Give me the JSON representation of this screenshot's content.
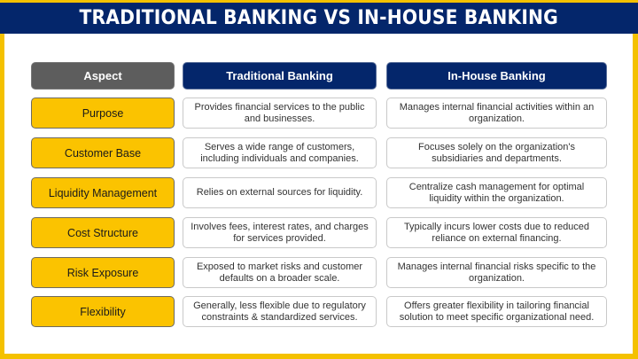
{
  "title": "TRADITIONAL BANKING VS IN-HOUSE BANKING",
  "colors": {
    "navy": "#04266b",
    "gold": "#fbc300",
    "gray": "#5d5d5d"
  },
  "headers": {
    "aspect": "Aspect",
    "traditional": "Traditional Banking",
    "inhouse": "In-House Banking"
  },
  "rows": [
    {
      "aspect": "Purpose",
      "traditional": "Provides financial services to the public and businesses.",
      "inhouse": "Manages internal financial activities within an organization."
    },
    {
      "aspect": "Customer Base",
      "traditional": "Serves a wide range of customers, including individuals and companies.",
      "inhouse": "Focuses solely on the organization's subsidiaries and departments."
    },
    {
      "aspect": "Liquidity Management",
      "traditional": "Relies on external sources for liquidity.",
      "inhouse": "Centralize cash management for optimal liquidity within the organization."
    },
    {
      "aspect": "Cost Structure",
      "traditional": "Involves fees, interest rates, and charges for services provided.",
      "inhouse": "Typically incurs lower costs due to reduced reliance on external financing."
    },
    {
      "aspect": "Risk Exposure",
      "traditional": "Exposed to market risks and customer defaults on a broader scale.",
      "inhouse": "Manages internal financial risks specific to the organization."
    },
    {
      "aspect": "Flexibility",
      "traditional": "Generally, less flexible due to regulatory constraints & standardized services.",
      "inhouse": "Offers greater flexibility in tailoring financial solution to meet specific organizational need."
    }
  ]
}
